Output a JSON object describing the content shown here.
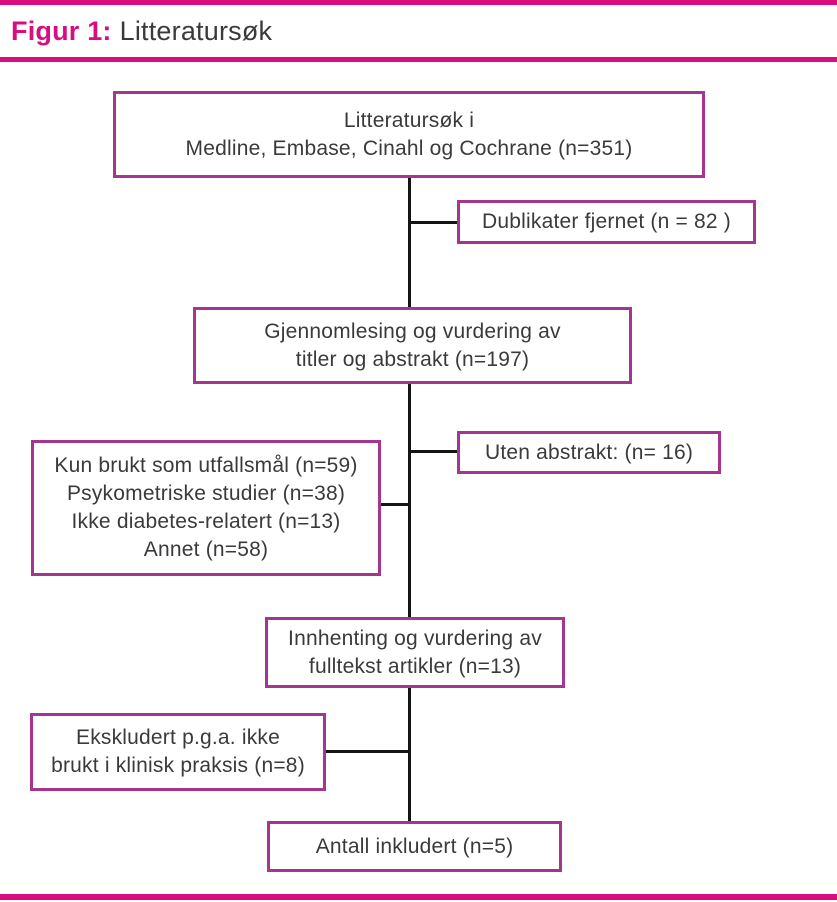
{
  "title": {
    "label": "Figur 1:",
    "text": "Litteratursøk"
  },
  "colors": {
    "accent": "#d90d7e",
    "box_border": "#a5358f",
    "text": "#3a3a3a",
    "connector": "#141414"
  },
  "diagram": {
    "type": "flowchart",
    "search": {
      "lines": [
        "Litteratursøk i",
        "Medline, Embase, Cinahl og Cochrane (n=351)"
      ]
    },
    "duplicates": {
      "lines": [
        "Dublikater fjernet (n = 82 )"
      ]
    },
    "screening": {
      "lines": [
        "Gjennomlesing og vurdering av",
        "titler og abstrakt (n=197)"
      ]
    },
    "no_abstract": {
      "lines": [
        "Uten abstrakt: (n= 16)"
      ]
    },
    "excluded_titles": {
      "lines": [
        "Kun brukt som utfallsmål (n=59)",
        "Psykometriske studier (n=38)",
        "Ikke diabetes-relatert (n=13)",
        "Annet (n=58)"
      ]
    },
    "fulltext": {
      "lines": [
        "Innhenting og vurdering av",
        "fulltekst artikler (n=13)"
      ]
    },
    "excluded_fulltext": {
      "lines": [
        "Ekskludert p.g.a. ikke",
        "brukt i klinisk praksis (n=8)"
      ]
    },
    "included": {
      "lines": [
        "Antall inkludert (n=5)"
      ]
    },
    "edges": [
      {
        "from": "search",
        "to": "screening"
      },
      {
        "from": "search-screening-line",
        "to": "duplicates",
        "side": "right"
      },
      {
        "from": "screening",
        "to": "fulltext"
      },
      {
        "from": "screening-fulltext-line",
        "to": "no_abstract",
        "side": "right"
      },
      {
        "from": "screening-fulltext-line",
        "to": "excluded_titles",
        "side": "left"
      },
      {
        "from": "fulltext",
        "to": "included"
      },
      {
        "from": "fulltext-included-line",
        "to": "excluded_fulltext",
        "side": "left"
      }
    ]
  }
}
